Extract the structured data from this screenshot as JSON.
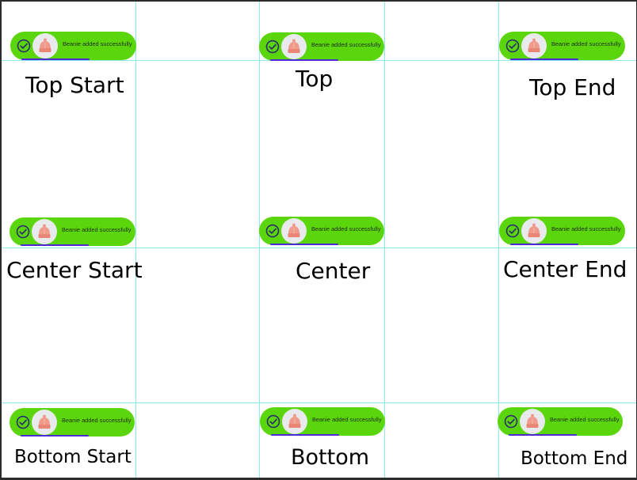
{
  "toast": {
    "message": "Beanie added successfully",
    "colors": {
      "background": "#5bd60c",
      "progress": "#4a2bd6",
      "check": "#2b2f6b",
      "avatar_bg": "#e9eaee",
      "beanie": "#ef9a8a"
    },
    "icons": [
      "check-circle-icon",
      "beanie-icon"
    ]
  },
  "positions": {
    "top_start": "Top Start",
    "top": "Top",
    "top_end": "Top End",
    "center_start": "Center Start",
    "center": "Center",
    "center_end": "Center End",
    "bottom_start": "Bottom Start",
    "bottom": "Bottom",
    "bottom_end": "Bottom End"
  },
  "guides": {
    "color": "#8ee8ef"
  }
}
